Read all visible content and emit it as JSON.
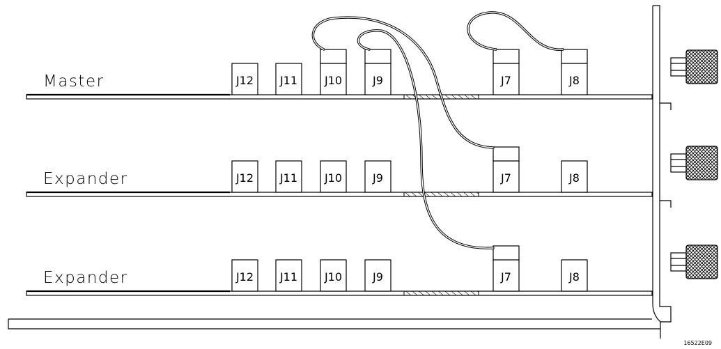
{
  "boards": [
    {
      "label": "Master",
      "connectors": [
        "J12",
        "J11",
        "J10",
        "J9",
        "J7",
        "J8"
      ]
    },
    {
      "label": "Expander",
      "connectors": [
        "J12",
        "J11",
        "J10",
        "J9",
        "J7",
        "J8"
      ]
    },
    {
      "label": "Expander",
      "connectors": [
        "J12",
        "J11",
        "J10",
        "J9",
        "J7",
        "J8"
      ]
    }
  ],
  "figure_id": "16522E09"
}
